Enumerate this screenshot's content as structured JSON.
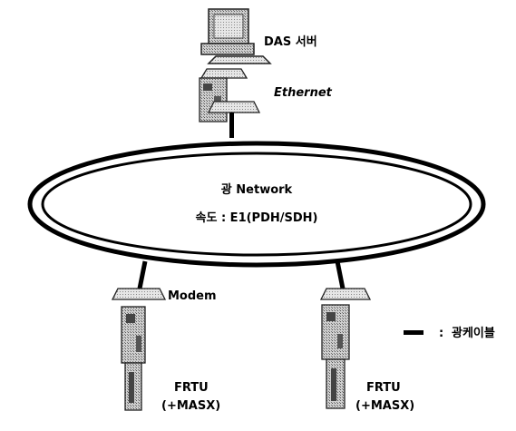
{
  "server": {
    "label": "DAS 서버"
  },
  "link_top": {
    "label": "Ethernet"
  },
  "network": {
    "title": "광 Network",
    "speed": "속도 : E1(PDH/SDH)"
  },
  "left_node": {
    "modem_label": "Modem",
    "frtu_line1": "FRTU",
    "frtu_line2": "(+MASX)"
  },
  "right_node": {
    "frtu_line1": "FRTU",
    "frtu_line2": "(+MASX)"
  },
  "legend": {
    "separator": ":",
    "label": "광케이블"
  }
}
